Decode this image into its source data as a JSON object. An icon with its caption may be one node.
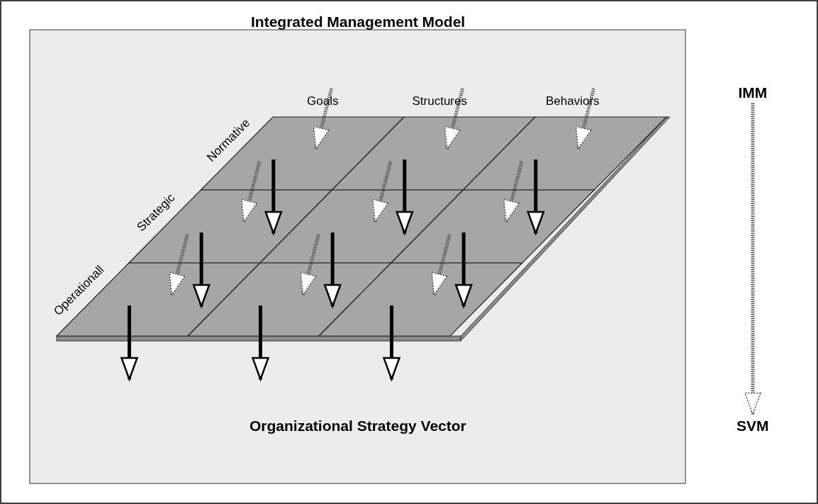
{
  "diagram": {
    "title": "Integrated Management Model",
    "nodes": [
      {
        "text": [],
        "shape": "box"
      },
      {
        "text": [],
        "shape": "box"
      },
      {
        "text": [],
        "shape": "box"
      },
      {
        "text": [],
        "shape": "box"
      },
      {
        "text": [],
        "shape": "box"
      },
      {
        "text": [],
        "shape": "box"
      },
      {
        "text": [],
        "shape": "box"
      },
      {
        "text": [],
        "shape": "box"
      },
      {
        "text": [],
        "shape": "box"
      },
      {
        "text": [
          "IMM"
        ]
      },
      {
        "text": [
          "SVM"
        ]
      }
    ],
    "edges": [
      {
        "from": null,
        "to": 0,
        "arrow": "to",
        "style": "dashed"
      },
      {
        "from": null,
        "to": 1,
        "arrow": "to",
        "style": "dashed"
      },
      {
        "from": null,
        "to": 2,
        "arrow": "to",
        "style": "dashed"
      },
      {
        "from": 0,
        "to": 3,
        "arrow": "to",
        "style": "dashed"
      },
      {
        "from": 1,
        "to": 4,
        "arrow": "to",
        "style": "dashed"
      },
      {
        "from": 2,
        "to": 5,
        "arrow": "to",
        "style": "dashed"
      },
      {
        "from": 3,
        "to": 6,
        "arrow": "to",
        "style": "dashed"
      },
      {
        "from": 4,
        "to": 7,
        "arrow": "to",
        "style": "dashed"
      },
      {
        "from": 5,
        "to": 8,
        "arrow": "to",
        "style": "dashed"
      },
      {
        "from": 0,
        "to": 3,
        "arrow": "to"
      },
      {
        "from": 1,
        "to": 4,
        "arrow": "to"
      },
      {
        "from": 2,
        "to": 5,
        "arrow": "to"
      },
      {
        "from": 3,
        "to": 6,
        "arrow": "to"
      },
      {
        "from": 4,
        "to": 7,
        "arrow": "to"
      },
      {
        "from": 5,
        "to": 8,
        "arrow": "to"
      },
      {
        "from": 6,
        "to": null,
        "arrow": "to"
      },
      {
        "from": 7,
        "to": null,
        "arrow": "to"
      },
      {
        "from": 8,
        "to": null,
        "arrow": "to"
      },
      {
        "from": 9,
        "to": 10,
        "arrow": "to",
        "style": "dashed"
      }
    ],
    "labels": [
      "Goals",
      "Structures",
      "Behaviors",
      "Normative",
      "Strategic",
      "Operationall",
      "Organizational Strategy Vector"
    ]
  }
}
